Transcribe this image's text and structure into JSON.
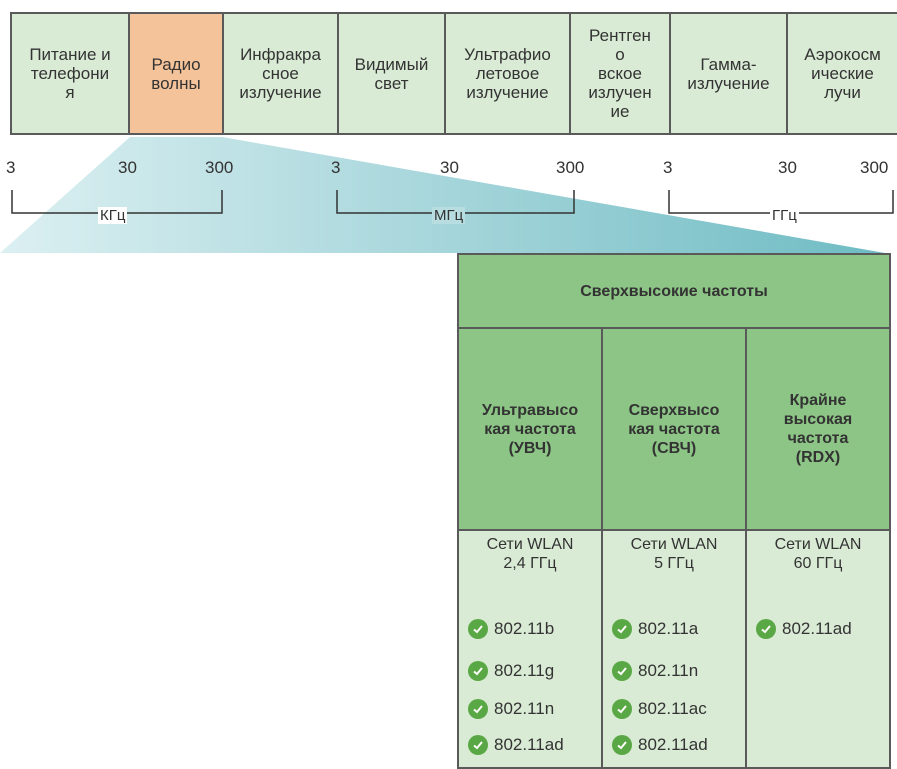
{
  "spectrum": {
    "bands": [
      {
        "label": "Питание и\nтелефони\nя",
        "highlight": false
      },
      {
        "label": "Радио\nволны",
        "highlight": true
      },
      {
        "label": "Инфракра\nсное\nизлучение",
        "highlight": false
      },
      {
        "label": "Видимый\nсвет",
        "highlight": false
      },
      {
        "label": "Ультрафио\nлетовое\nизлучение",
        "highlight": false
      },
      {
        "label": "Рентген\nо\nвское\nизлучен\nие",
        "highlight": false
      },
      {
        "label": "Гамма-\nизлучение",
        "highlight": false
      },
      {
        "label": "Аэрокосм\nические\nлучи",
        "highlight": false
      }
    ],
    "ticks": [
      "3",
      "30",
      "300",
      "3",
      "30",
      "300",
      "3",
      "30",
      "300"
    ],
    "units": [
      "КГц",
      "МГц",
      "ГГц"
    ]
  },
  "table": {
    "title": "Сверхвысокие частоты",
    "columns": [
      {
        "header": "Ультравысо\nкая частота\n(УВЧ)",
        "wlan": "Сети WLAN\n2,4 ГГц",
        "standards": [
          "802.11b",
          "802.11g",
          "802.11n",
          "802.11ad"
        ]
      },
      {
        "header": "Сверхвысо\nкая частота\n(СВЧ)",
        "wlan": "Сети WLAN\n5 ГГц",
        "standards": [
          "802.11a",
          "802.11n",
          "802.11ac",
          "802.11ad"
        ]
      },
      {
        "header": "Крайне\nвысокая\nчастота\n(RDX)",
        "wlan": "Сети WLAN\n60 ГГц",
        "standards": [
          "802.11ad"
        ]
      }
    ]
  },
  "colors": {
    "band_fill": "#d9ebd5",
    "band_highlight": "#f5c39a",
    "header_green": "#8cc585",
    "cell_light": "#d9ebd5",
    "check_green": "#5aa845",
    "wedge_teal": "#5fb4bd"
  }
}
